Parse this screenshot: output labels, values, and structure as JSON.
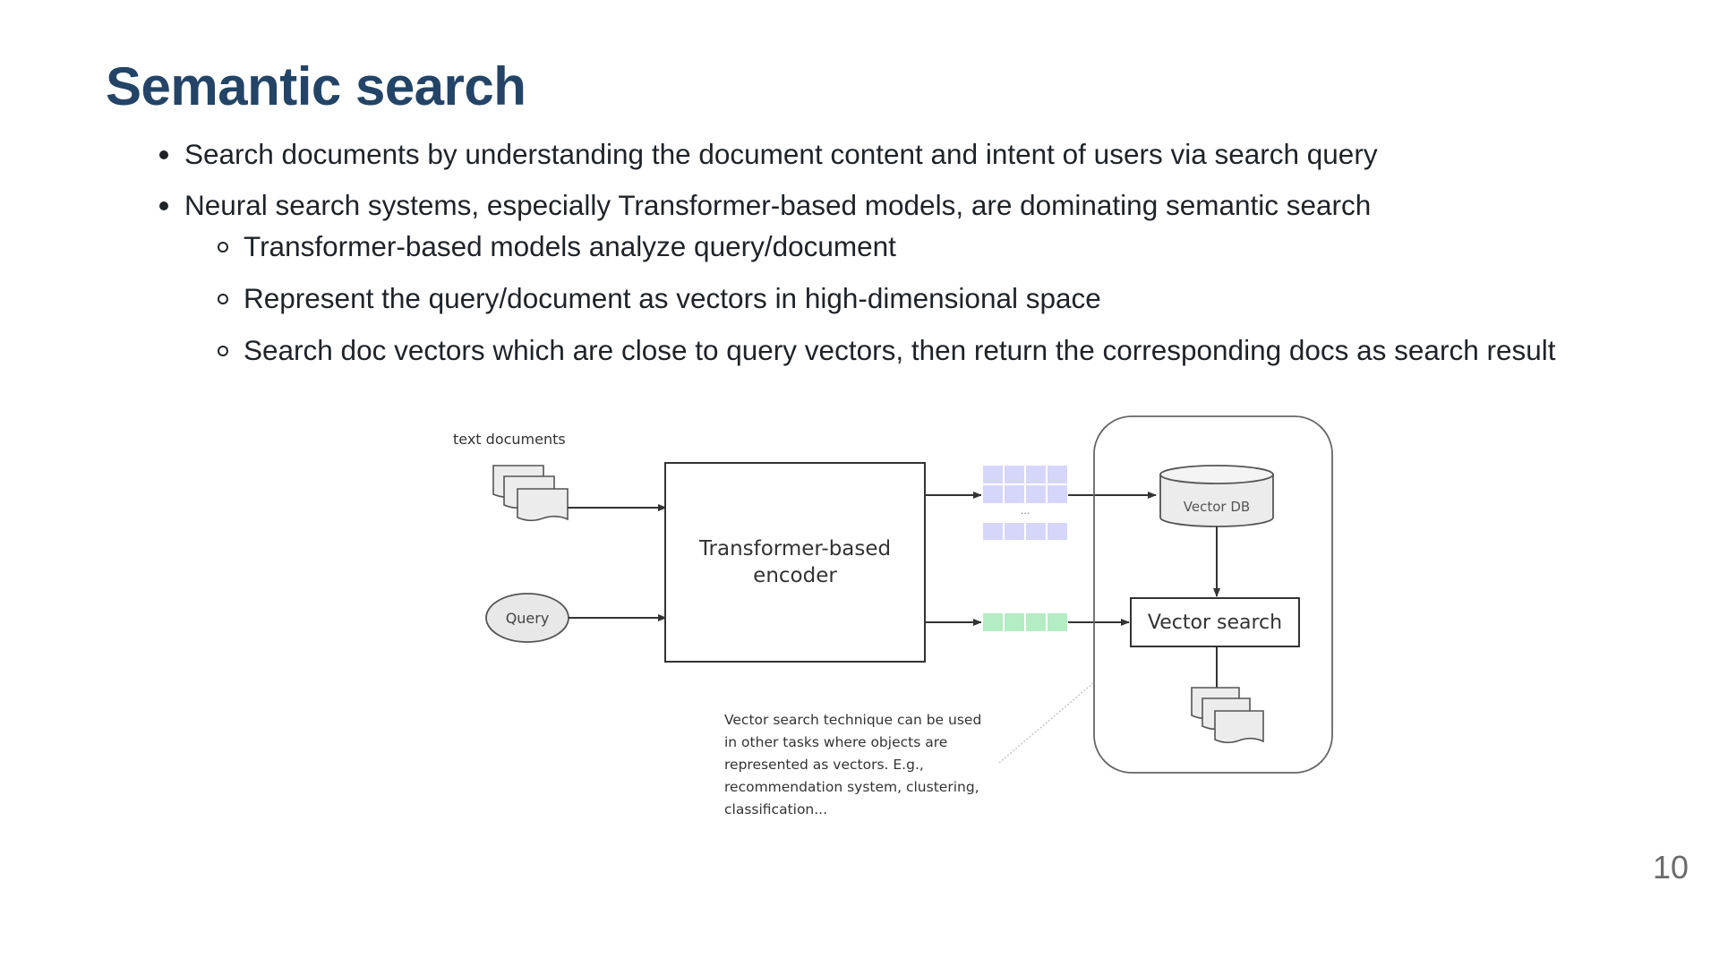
{
  "slide": {
    "title": "Semantic search",
    "bullets": [
      {
        "text": "Search documents by understanding the document content and intent of users via search query",
        "sub": []
      },
      {
        "text": "Neural search systems, especially Transformer-based models, are dominating semantic search",
        "sub": [
          "Transformer-based models analyze query/document",
          "Represent the query/document as vectors in high-dimensional space",
          "Search doc vectors which are close to query vectors, then return the corresponding docs as search result"
        ]
      }
    ],
    "page_number": "10"
  },
  "diagram": {
    "text_documents_label": "text documents",
    "query_label": "Query",
    "encoder_label_line1": "Transformer-based",
    "encoder_label_line2": "encoder",
    "ellipsis": "...",
    "vector_db_label": "Vector DB",
    "vector_search_label": "Vector search",
    "note_lines": [
      "Vector search technique can be used",
      "in other tasks where objects are",
      "represented as vectors. E.g.,",
      "recommendation system, clustering,",
      "classification..."
    ],
    "colors": {
      "doc_vector": "#d6d6fa",
      "query_vector": "#b4ecc4",
      "stroke": "#333333"
    }
  }
}
